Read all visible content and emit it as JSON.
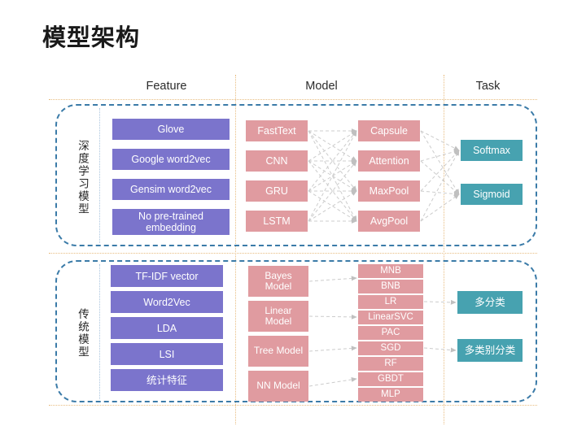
{
  "title": "模型架构",
  "columns": [
    {
      "key": "feature",
      "label": "Feature"
    },
    {
      "key": "model",
      "label": "Model"
    },
    {
      "key": "task",
      "label": "Task"
    }
  ],
  "colors": {
    "feature_box": "#7b74cc",
    "model_box": "#e09ba0",
    "task_box": "#47a2b0",
    "section_border": "#3b7ba8",
    "divider": "#e8bd82",
    "arrow": "#c8c8c8",
    "title_text": "#1a1a1a"
  },
  "sections": [
    {
      "key": "deep_learning",
      "label": "深度学习模型",
      "features": [
        {
          "label": "Glove"
        },
        {
          "label": "Google word2vec"
        },
        {
          "label": "Gensim word2vec"
        },
        {
          "label": "No pre-trained embedding"
        }
      ],
      "models_stage1": [
        {
          "label": "FastText"
        },
        {
          "label": "CNN"
        },
        {
          "label": "GRU"
        },
        {
          "label": "LSTM"
        }
      ],
      "models_stage2": [
        {
          "label": "Capsule"
        },
        {
          "label": "Attention"
        },
        {
          "label": "MaxPool"
        },
        {
          "label": "AvgPool"
        }
      ],
      "tasks": [
        {
          "label": "Softmax"
        },
        {
          "label": "Sigmoid"
        }
      ]
    },
    {
      "key": "traditional",
      "label": "传统模型",
      "features": [
        {
          "label": "TF-IDF vector"
        },
        {
          "label": "Word2Vec"
        },
        {
          "label": "LDA"
        },
        {
          "label": "LSI"
        },
        {
          "label": "统计特征"
        }
      ],
      "models_stage1": [
        {
          "label": "Bayes Model"
        },
        {
          "label": "Linear Model"
        },
        {
          "label": "Tree Model"
        },
        {
          "label": "NN Model"
        }
      ],
      "models_stage2": [
        {
          "label": "MNB"
        },
        {
          "label": "BNB"
        },
        {
          "label": "LR"
        },
        {
          "label": "LinearSVC"
        },
        {
          "label": "PAC"
        },
        {
          "label": "SGD"
        },
        {
          "label": "RF"
        },
        {
          "label": "GBDT"
        },
        {
          "label": "MLP"
        }
      ],
      "tasks": [
        {
          "label": "多分类"
        },
        {
          "label": "多类别分类"
        }
      ]
    }
  ]
}
